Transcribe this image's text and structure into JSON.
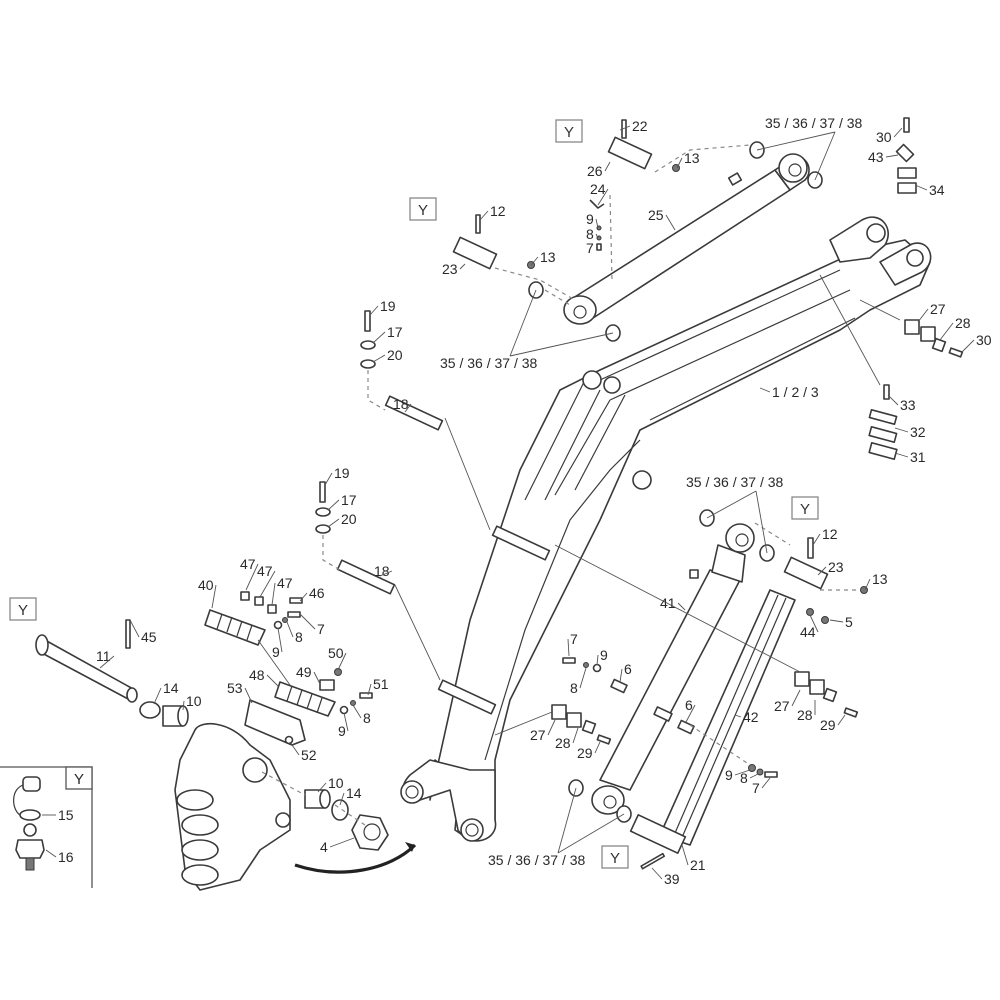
{
  "diagram": {
    "title_marker": "Y",
    "callouts": [
      {
        "id": "c22",
        "label": "22"
      },
      {
        "id": "c26",
        "label": "26"
      },
      {
        "id": "c13a",
        "label": "13"
      },
      {
        "id": "c24",
        "label": "24"
      },
      {
        "id": "c9a",
        "label": "9"
      },
      {
        "id": "c8a",
        "label": "8"
      },
      {
        "id": "c7a",
        "label": "7"
      },
      {
        "id": "c25",
        "label": "25"
      },
      {
        "id": "c12a",
        "label": "12"
      },
      {
        "id": "c23a",
        "label": "23"
      },
      {
        "id": "c13b",
        "label": "13"
      },
      {
        "id": "c35a",
        "label": "35 / 36 / 37 / 38"
      },
      {
        "id": "c35b",
        "label": "35 / 36 / 37 / 38"
      },
      {
        "id": "c30a",
        "label": "30"
      },
      {
        "id": "c43",
        "label": "43"
      },
      {
        "id": "c34",
        "label": "34"
      },
      {
        "id": "c27a",
        "label": "27"
      },
      {
        "id": "c28a",
        "label": "28"
      },
      {
        "id": "c30b",
        "label": "30"
      },
      {
        "id": "c123",
        "label": "1 / 2 / 3"
      },
      {
        "id": "c33",
        "label": "33"
      },
      {
        "id": "c32",
        "label": "32"
      },
      {
        "id": "c31",
        "label": "31"
      },
      {
        "id": "c19a",
        "label": "19"
      },
      {
        "id": "c17a",
        "label": "17"
      },
      {
        "id": "c20a",
        "label": "20"
      },
      {
        "id": "c18a",
        "label": "18"
      },
      {
        "id": "c19b",
        "label": "19"
      },
      {
        "id": "c17b",
        "label": "17"
      },
      {
        "id": "c20b",
        "label": "20"
      },
      {
        "id": "c18b",
        "label": "18"
      },
      {
        "id": "c47a",
        "label": "47"
      },
      {
        "id": "c47b",
        "label": "47"
      },
      {
        "id": "c47c",
        "label": "47"
      },
      {
        "id": "c46",
        "label": "46"
      },
      {
        "id": "c40",
        "label": "40"
      },
      {
        "id": "c7b",
        "label": "7"
      },
      {
        "id": "c8b",
        "label": "8"
      },
      {
        "id": "c9b",
        "label": "9"
      },
      {
        "id": "c45",
        "label": "45"
      },
      {
        "id": "c11",
        "label": "11"
      },
      {
        "id": "c14a",
        "label": "14"
      },
      {
        "id": "c10a",
        "label": "10"
      },
      {
        "id": "c50",
        "label": "50"
      },
      {
        "id": "c49",
        "label": "49"
      },
      {
        "id": "c48",
        "label": "48"
      },
      {
        "id": "c53",
        "label": "53"
      },
      {
        "id": "c51",
        "label": "51"
      },
      {
        "id": "c8c",
        "label": "8"
      },
      {
        "id": "c9c",
        "label": "9"
      },
      {
        "id": "c52",
        "label": "52"
      },
      {
        "id": "c10b",
        "label": "10"
      },
      {
        "id": "c14b",
        "label": "14"
      },
      {
        "id": "c4",
        "label": "4"
      },
      {
        "id": "c15",
        "label": "15"
      },
      {
        "id": "c16",
        "label": "16"
      },
      {
        "id": "c35c",
        "label": "35 / 36 / 37 / 38"
      },
      {
        "id": "c12b",
        "label": "12"
      },
      {
        "id": "c23b",
        "label": "23"
      },
      {
        "id": "c13c",
        "label": "13"
      },
      {
        "id": "c41",
        "label": "41"
      },
      {
        "id": "c44",
        "label": "44"
      },
      {
        "id": "c5",
        "label": "5"
      },
      {
        "id": "c7c",
        "label": "7"
      },
      {
        "id": "c9d",
        "label": "9"
      },
      {
        "id": "c6a",
        "label": "6"
      },
      {
        "id": "c8d",
        "label": "8"
      },
      {
        "id": "c6b",
        "label": "6"
      },
      {
        "id": "c27b",
        "label": "27"
      },
      {
        "id": "c28b",
        "label": "28"
      },
      {
        "id": "c29a",
        "label": "29"
      },
      {
        "id": "c27c",
        "label": "27"
      },
      {
        "id": "c28c",
        "label": "28"
      },
      {
        "id": "c29b",
        "label": "29"
      },
      {
        "id": "c42",
        "label": "42"
      },
      {
        "id": "c9e",
        "label": "9"
      },
      {
        "id": "c8e",
        "label": "8"
      },
      {
        "id": "c7d",
        "label": "7"
      },
      {
        "id": "c35d",
        "label": "35 / 36 / 37 / 38"
      },
      {
        "id": "c21",
        "label": "21"
      },
      {
        "id": "c39",
        "label": "39"
      }
    ],
    "y_markers": [
      "Y",
      "Y",
      "Y",
      "Y",
      "Y",
      "Y"
    ]
  }
}
